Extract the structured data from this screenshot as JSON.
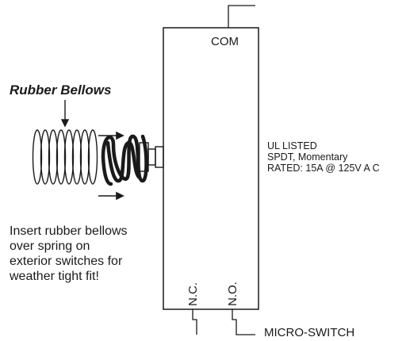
{
  "labels": {
    "com": "COM",
    "rubber_bellows": "Rubber Bellows",
    "nc": "N.C.",
    "no": "N.O.",
    "micro_switch": "MICRO-SWITCH"
  },
  "ratings": {
    "line1": "UL LISTED",
    "line2": "SPDT, Momentary",
    "line3": "RATED: 15A @ 125V A C"
  },
  "note": {
    "line1": "Insert rubber bellows",
    "line2": "over spring on",
    "line3": "exterior switches for",
    "line4": "weather tight fit!"
  },
  "colors": {
    "ink": "#1a1a1a",
    "background": "#ffffff"
  }
}
